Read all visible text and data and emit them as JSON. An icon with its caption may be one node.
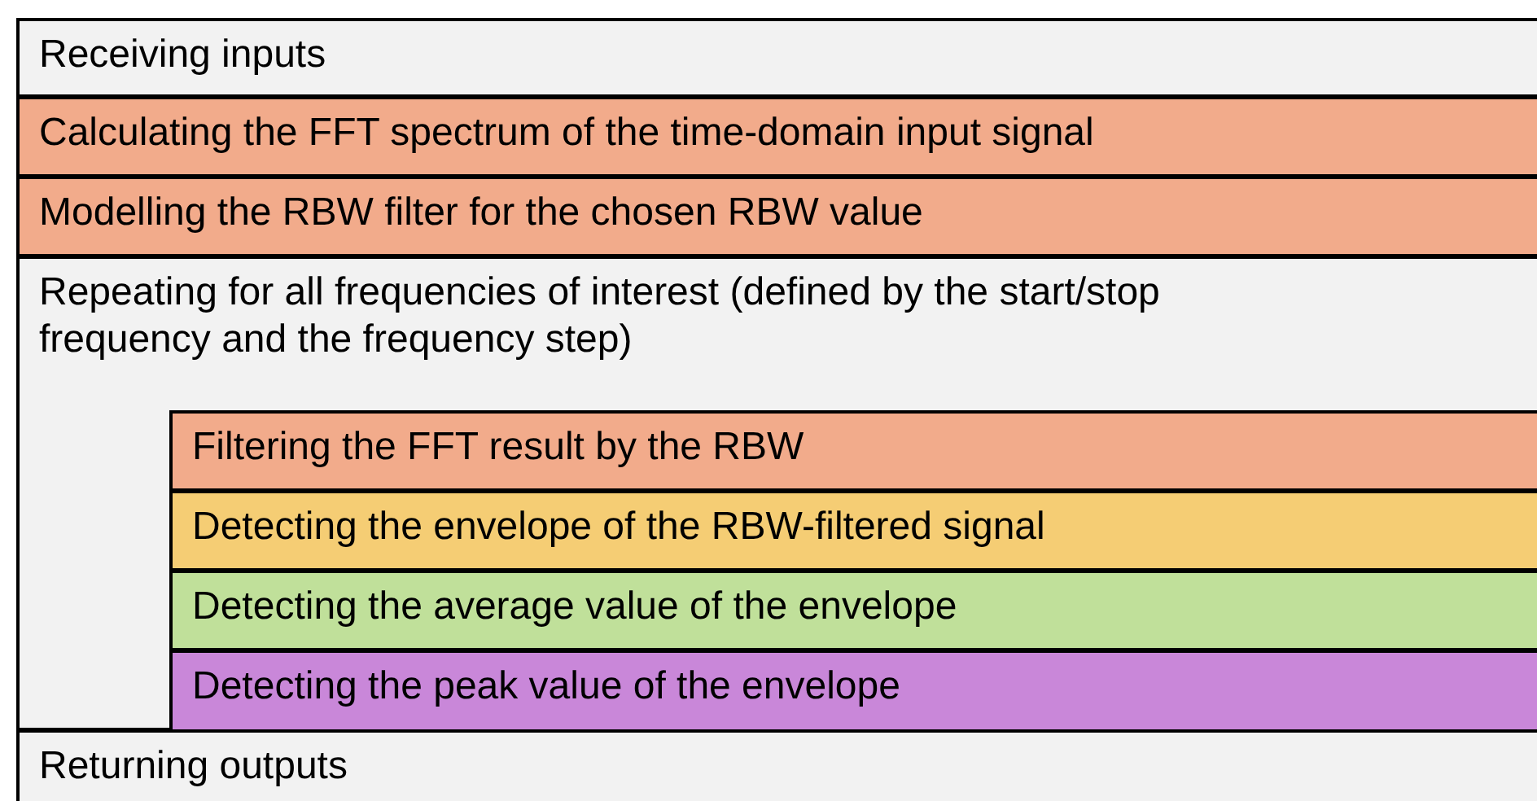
{
  "diagram": {
    "nodes": [
      {
        "text": [
          "Receiving inputs"
        ]
      },
      {
        "text": [
          "Calculating the FFT spectrum of the time-domain input signal"
        ]
      },
      {
        "text": [
          "Modelling the RBW filter for the chosen RBW value"
        ]
      },
      {
        "text": [
          "Repeating for all frequencies of interest (defined by the start/stop frequency and the frequency step)"
        ]
      },
      {
        "text": [
          "Filtering the FFT result by the RBW"
        ],
        "in": 3
      },
      {
        "text": [
          "Detecting the envelope of the RBW-filtered signal"
        ],
        "in": 3
      },
      {
        "text": [
          "Detecting the average value of the envelope"
        ],
        "in": 3
      },
      {
        "text": [
          "Detecting the peak value of the envelope"
        ],
        "in": 3
      },
      {
        "text": [
          "Returning outputs"
        ]
      }
    ]
  }
}
